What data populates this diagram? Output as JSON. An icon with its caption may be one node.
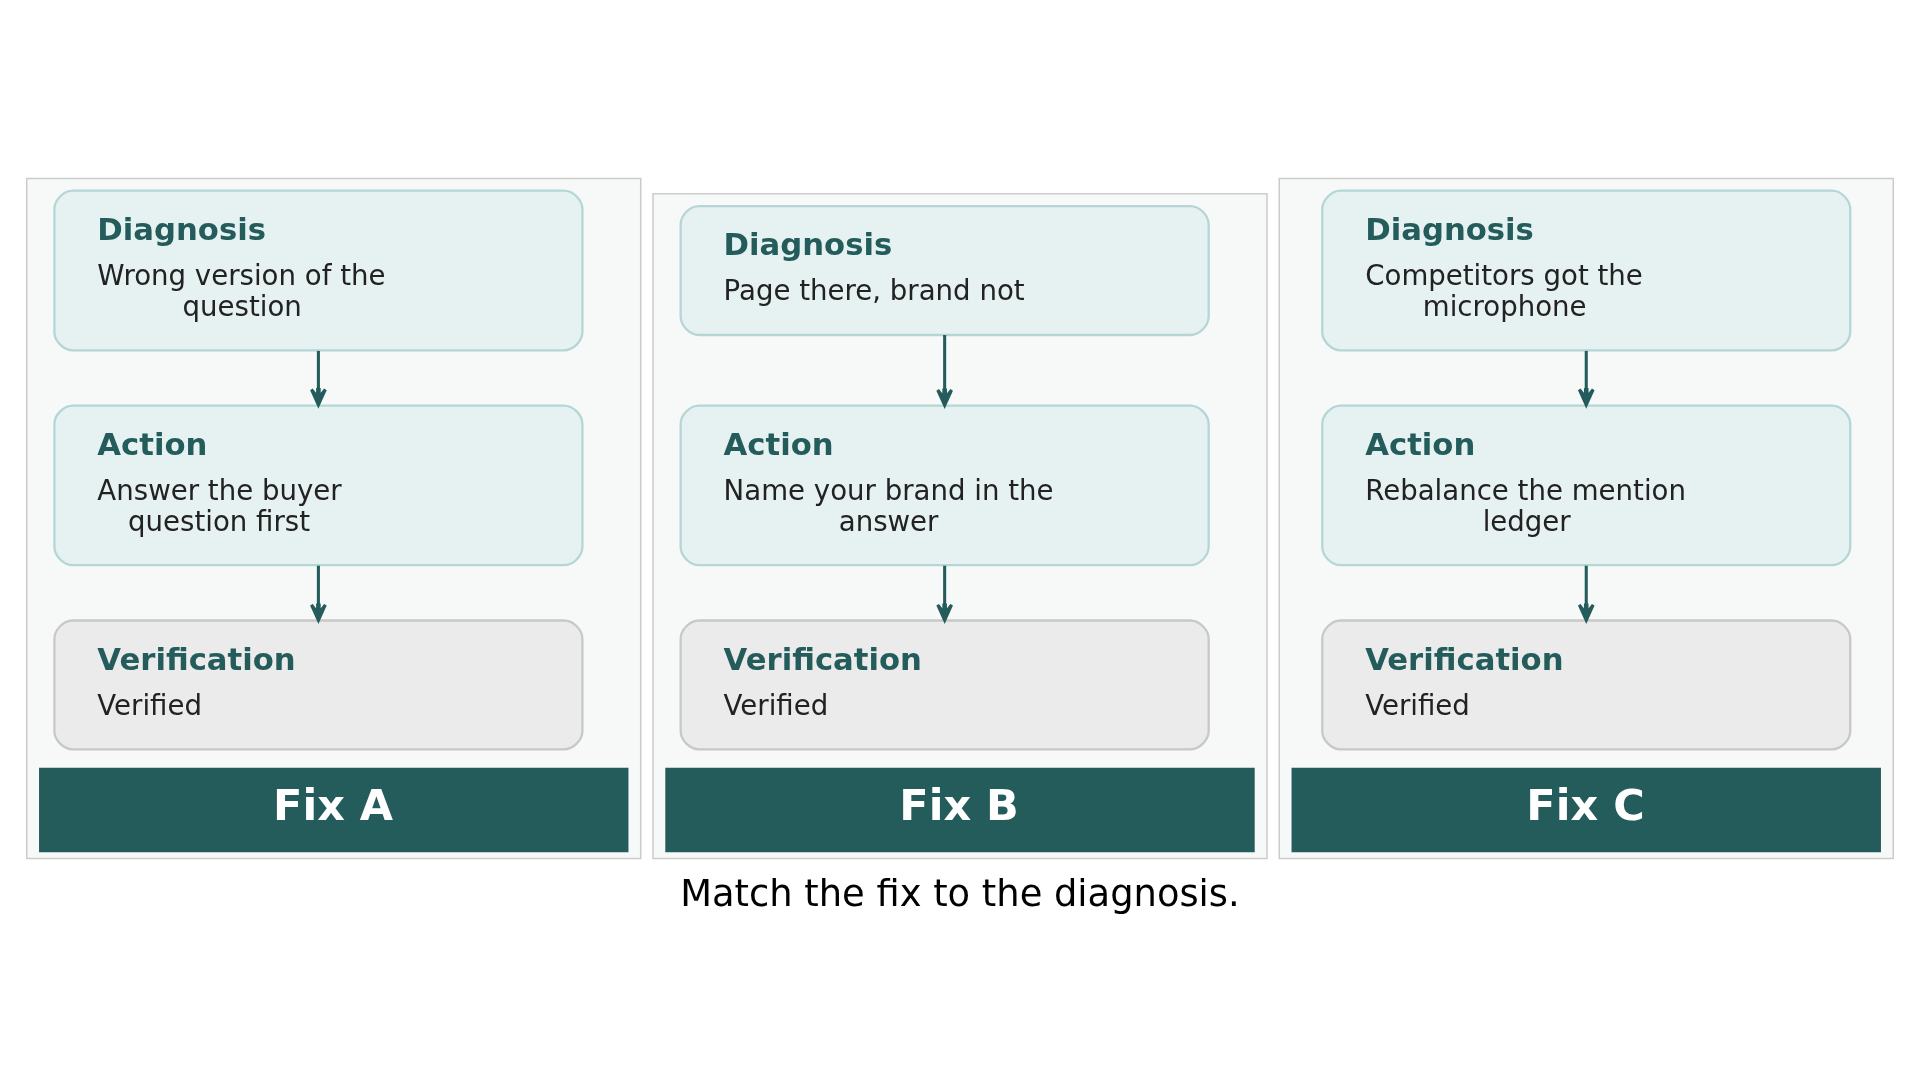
{
  "diagram": {
    "caption": "Match the fix to the diagnosis.",
    "nodes": [
      {
        "text": [
          "Fix A"
        ]
      },
      {
        "text": [
          "Diagnosis",
          "Wrong version of the question"
        ],
        "in": 0
      },
      {
        "text": [
          "Action",
          "Answer the buyer question first"
        ],
        "in": 0
      },
      {
        "text": [
          "Verification",
          "Verified"
        ],
        "in": 0
      },
      {
        "text": [
          "Fix B"
        ]
      },
      {
        "text": [
          "Diagnosis",
          "Page there, brand not"
        ],
        "in": 4
      },
      {
        "text": [
          "Action",
          "Name your brand in the answer"
        ],
        "in": 4
      },
      {
        "text": [
          "Verification",
          "Verified"
        ],
        "in": 4
      },
      {
        "text": [
          "Fix C"
        ]
      },
      {
        "text": [
          "Diagnosis",
          "Competitors got the microphone"
        ],
        "in": 8
      },
      {
        "text": [
          "Action",
          "Rebalance the mention ledger"
        ],
        "in": 8
      },
      {
        "text": [
          "Verification",
          "Verified"
        ],
        "in": 8
      }
    ],
    "edges": [
      {
        "from": 1,
        "to": 2,
        "arrow": "to"
      },
      {
        "from": 2,
        "to": 3,
        "arrow": "to"
      },
      {
        "from": 5,
        "to": 6,
        "arrow": "to"
      },
      {
        "from": 6,
        "to": 7,
        "arrow": "to"
      },
      {
        "from": 9,
        "to": 10,
        "arrow": "to"
      },
      {
        "from": 10,
        "to": 11,
        "arrow": "to"
      }
    ]
  }
}
